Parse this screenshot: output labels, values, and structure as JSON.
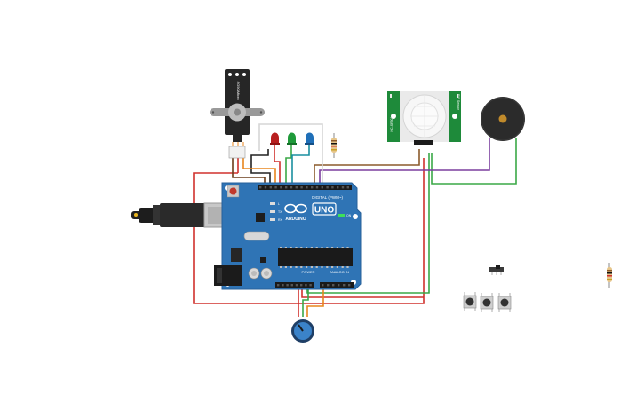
{
  "board": {
    "brand": "ARDUINO",
    "model": "UNO",
    "digital_label": "DIGITAL (PWM~)",
    "power_label": "POWER",
    "analog_label": "ANALOG IN",
    "on_label": "ON",
    "tx_label": "TX",
    "rx_label": "RX",
    "l_label": "L"
  },
  "servo": {
    "label": "SG90/Micro"
  },
  "pir": {
    "left_label": "HC-SR501",
    "right_label": "PIR Sensor"
  },
  "colors": {
    "board": "#2f74b5",
    "wire_red": "#d0312d",
    "wire_green": "#3aa847",
    "wire_brown": "#8b5a2b",
    "wire_purple": "#7b3f9e",
    "wire_orange": "#e8851e",
    "wire_black": "#222222",
    "wire_white": "#dddddd",
    "wire_teal": "#1a8fa0",
    "pir_board": "#1e8a3a",
    "buzzer": "#2b2b2b"
  },
  "icons": {
    "usb": "usb-cable-icon",
    "barrel": "dc-barrel-jack-icon",
    "chip": "atmega-chip-icon",
    "logo": "arduino-infinity-logo-icon"
  }
}
